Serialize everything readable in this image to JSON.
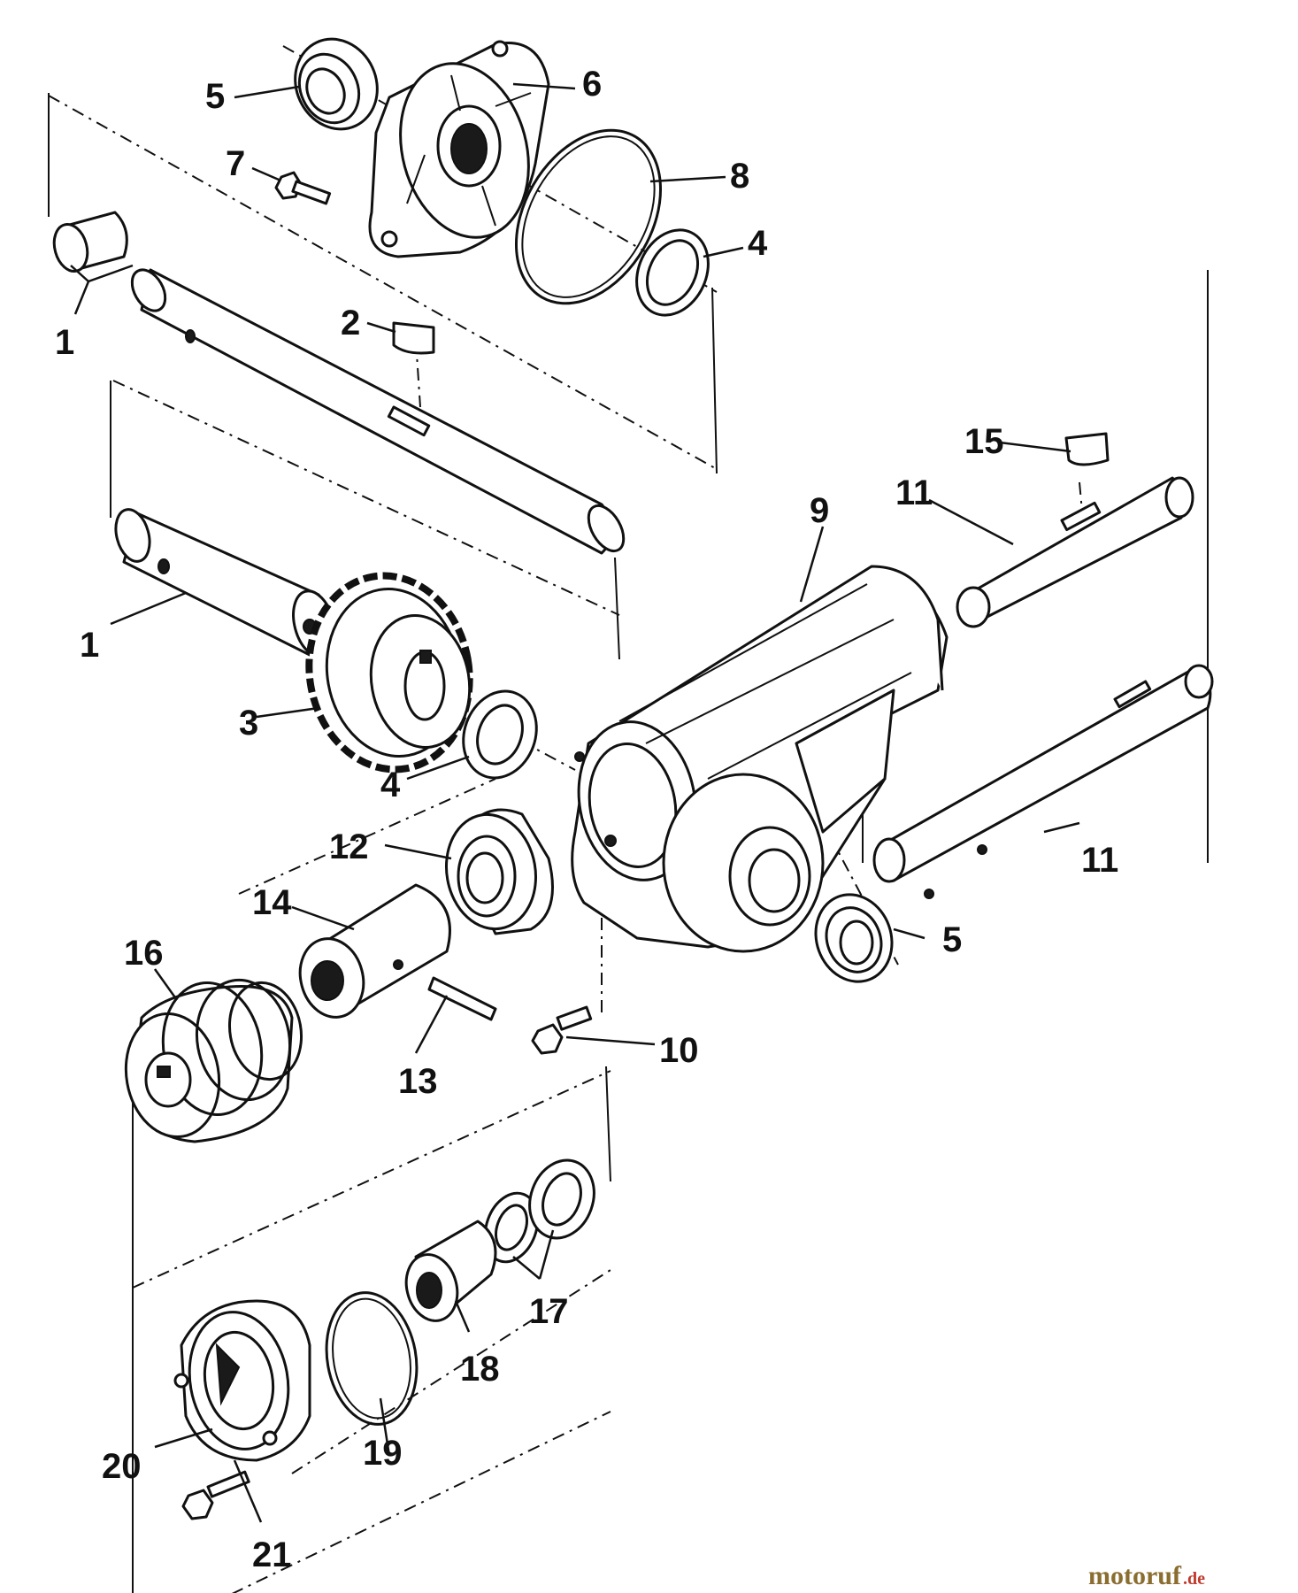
{
  "diagram": {
    "callouts": {
      "c1_top": "1",
      "c1_mid": "1",
      "c2": "2",
      "c3": "3",
      "c4_top": "4",
      "c4_mid": "4",
      "c5_top": "5",
      "c5_right": "5",
      "c6": "6",
      "c7": "7",
      "c8": "8",
      "c9": "9",
      "c10": "10",
      "c11_top": "11",
      "c11_bottom": "11",
      "c12": "12",
      "c13": "13",
      "c14": "14",
      "c15": "15",
      "c16": "16",
      "c17": "17",
      "c18": "18",
      "c19": "19",
      "c20": "20",
      "c21": "21"
    }
  },
  "watermark": {
    "main": "motoruf",
    "suffix": ".de",
    "colors": {
      "main": "#8a6d2f",
      "suffix": "#c0392b"
    }
  }
}
